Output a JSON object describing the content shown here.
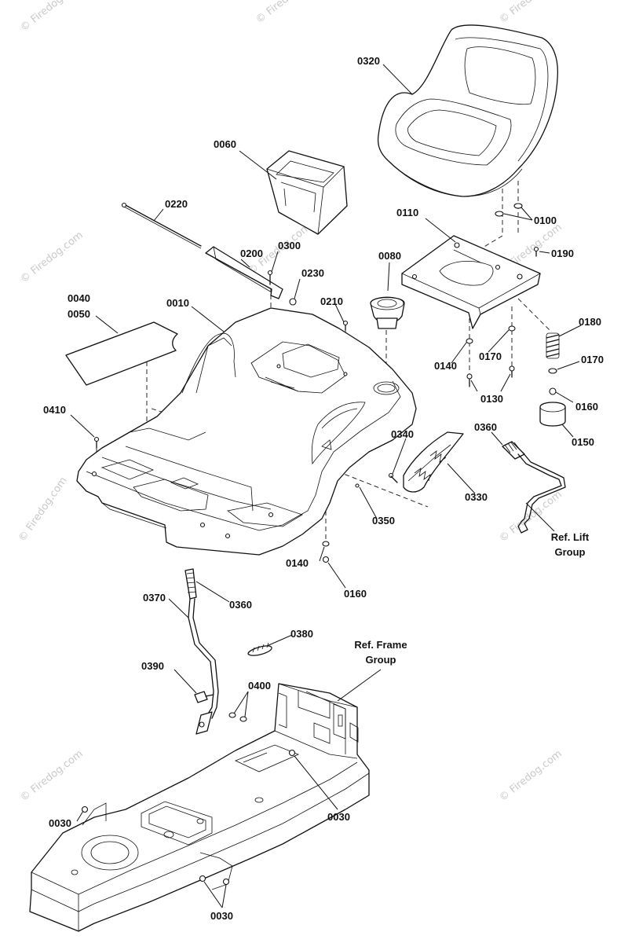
{
  "watermark": "© Firedog.com",
  "callouts": {
    "c0320": "0320",
    "c0060": "0060",
    "c0220": "0220",
    "c0100": "0100",
    "c0110": "0110",
    "c0200": "0200",
    "c0300": "0300",
    "c0190": "0190",
    "c0230": "0230",
    "c0080": "0080",
    "c0040": "0040",
    "c0050": "0050",
    "c0010": "0010",
    "c0210": "0210",
    "c0180": "0180",
    "c0170a": "0170",
    "c0140a": "0140",
    "c0170b": "0170",
    "c0130": "0130",
    "c0160a": "0160",
    "c0410": "0410",
    "c0340": "0340",
    "c0360a": "0360",
    "c0150": "0150",
    "c0330": "0330",
    "c0350": "0350",
    "c0140b": "0140",
    "c0160b": "0160",
    "c0370": "0370",
    "c0360b": "0360",
    "c0380": "0380",
    "c0390": "0390",
    "c0400": "0400",
    "c0030a": "0030",
    "c0030b": "0030",
    "c0030c": "0030"
  },
  "refs": {
    "lift_line1": "Ref. Lift",
    "lift_line2": "Group",
    "frame_line1": "Ref. Frame",
    "frame_line2": "Group"
  }
}
